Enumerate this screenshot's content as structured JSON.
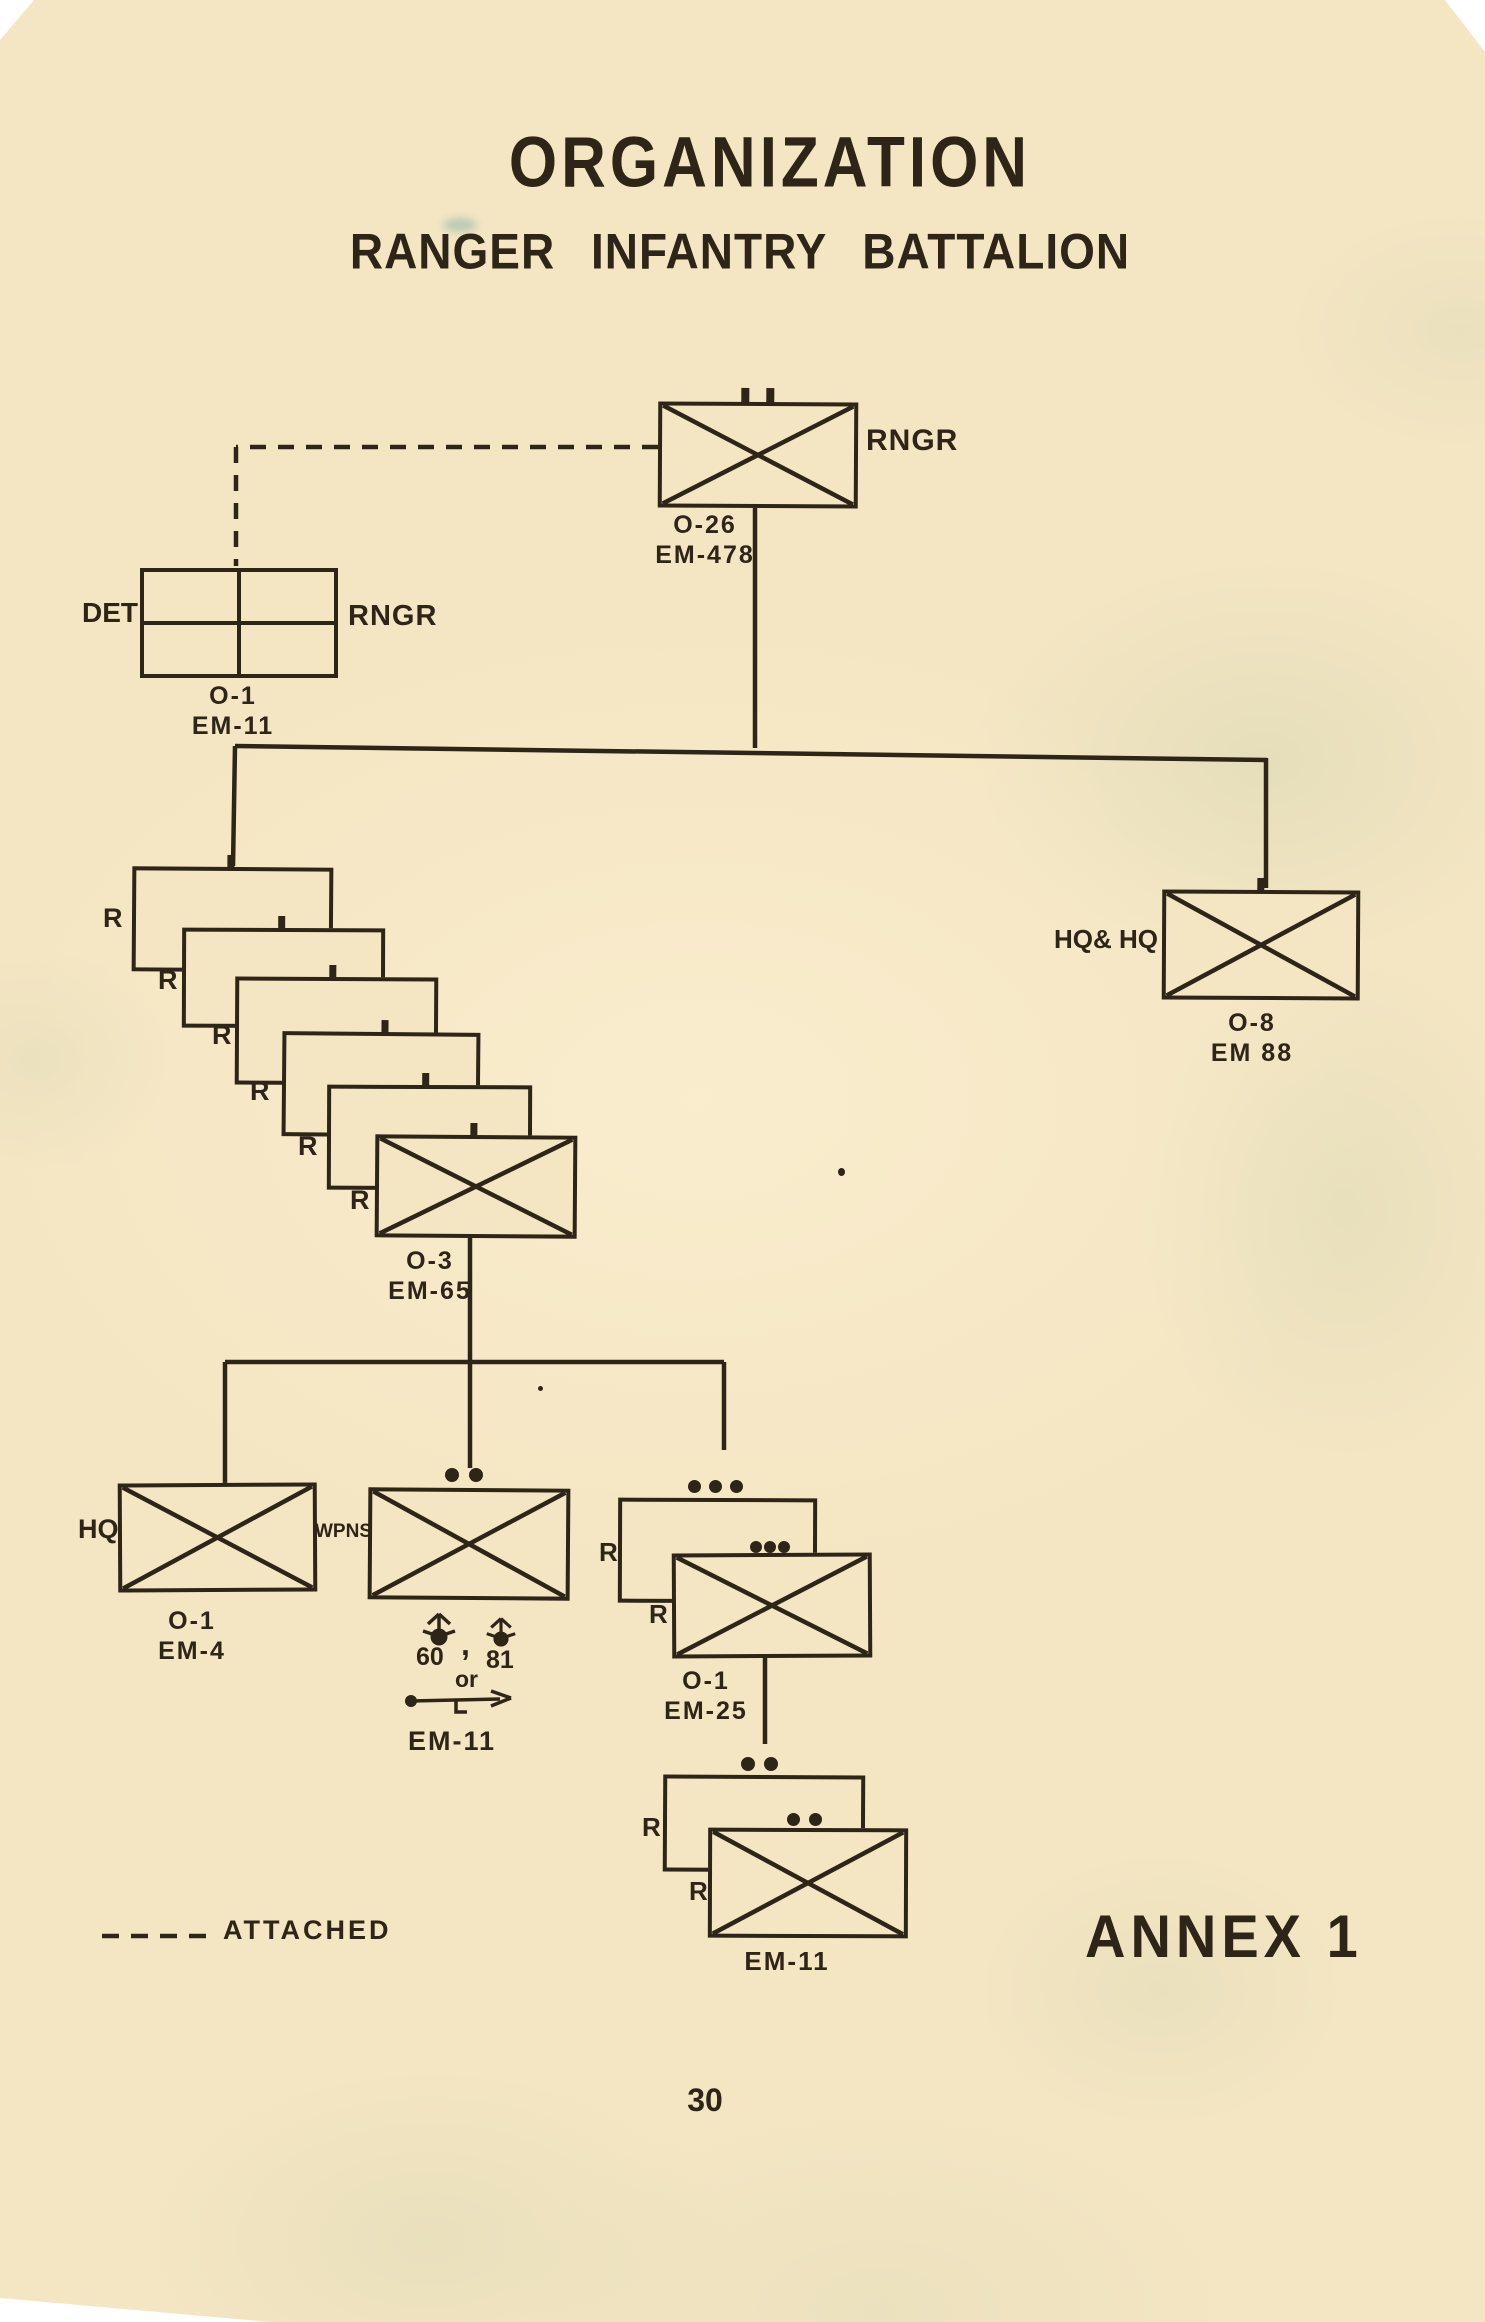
{
  "colors": {
    "paper": "#f5e6c3",
    "ink": "#2f2418",
    "stain": "#c1cca8"
  },
  "title": {
    "line1": "ORGANIZATION",
    "line2": "RANGER INFANTRY BATTALION"
  },
  "battalion": {
    "name_label": "RNGR",
    "officers": "O-26",
    "enlisted": "EM-478"
  },
  "detachment": {
    "left_label": "DET",
    "right_label": "RNGR",
    "officers": "O-1",
    "enlisted": "EM-11"
  },
  "rifle_company": {
    "letter": "R",
    "officers": "O-3",
    "enlisted": "EM-65"
  },
  "hq_company": {
    "label": "HQ& HQ",
    "officers": "O-8",
    "enlisted": "EM 88"
  },
  "company_hq": {
    "label": "HQ",
    "officers": "O-1",
    "enlisted": "EM-4"
  },
  "weapons_platoon": {
    "label": "WPNS",
    "mortar_small": "60",
    "comma": ",",
    "mortar_large": "81",
    "conjunction": "or",
    "enlisted": "EM-11"
  },
  "rifle_platoon": {
    "letter": "R",
    "officers": "O-1",
    "enlisted": "EM-25"
  },
  "rifle_squad": {
    "letter": "R",
    "enlisted": "EM-11"
  },
  "legend": {
    "attached": "ATTACHED"
  },
  "annex_label": "ANNEX 1",
  "page_number": "30"
}
